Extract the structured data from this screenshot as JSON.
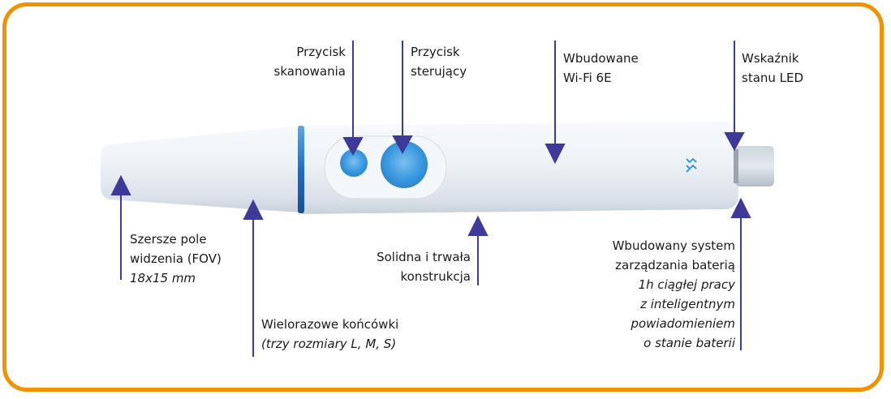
{
  "colors": {
    "frame": "#f39200",
    "arrow": "#3d3a9a",
    "button_blue": "#3a9ae0",
    "device_body": "#e9eef4",
    "accent_ring": "#1e6fc4"
  },
  "labels": {
    "scan_button": [
      "Przycisk",
      "skanowania"
    ],
    "control_button": [
      "Przycisk",
      "sterujący"
    ],
    "wifi": [
      "Wbudowane",
      "Wi-Fi 6E"
    ],
    "led": [
      "Wskaźnik",
      "stanu LED"
    ],
    "fov": {
      "lines": [
        "Szersze pole",
        "widzenia (FOV)"
      ],
      "italic": "18x15 mm"
    },
    "tips": {
      "line": "Wielorazowe końcówki",
      "italic": "(trzy rozmiary L, M, S)"
    },
    "construction": [
      "Solidna i trwała",
      "konstrukcja"
    ],
    "battery": {
      "lines": [
        "Wbudowany system",
        "zarządzania baterią"
      ],
      "italic": [
        "1h ciągłej pracy",
        "z inteligentnym",
        "powiadomieniem",
        "o stanie baterii"
      ]
    }
  }
}
